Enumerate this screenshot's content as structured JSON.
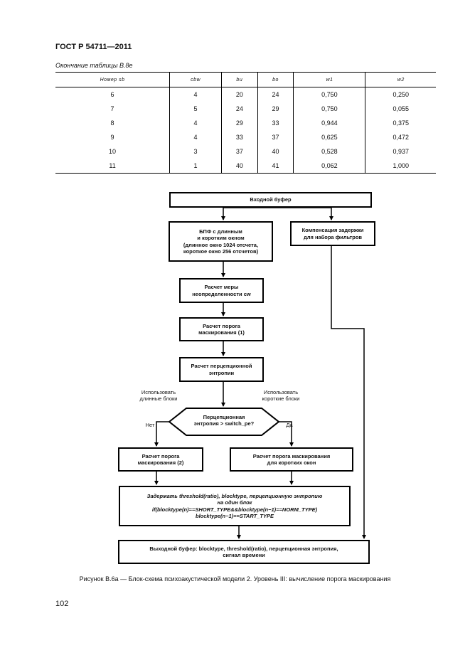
{
  "header": {
    "doc_id": "ГОСТ Р 54711—2011"
  },
  "table": {
    "caption": "Окончание таблицы В.8е",
    "columns": [
      "Номер sb",
      "cbw",
      "bu",
      "bo",
      "w1",
      "w2"
    ],
    "rows": [
      [
        "6",
        "4",
        "20",
        "24",
        "0,750",
        "0,250"
      ],
      [
        "7",
        "5",
        "24",
        "29",
        "0,750",
        "0,055"
      ],
      [
        "8",
        "4",
        "29",
        "33",
        "0,944",
        "0,375"
      ],
      [
        "9",
        "4",
        "33",
        "37",
        "0,625",
        "0,472"
      ],
      [
        "10",
        "3",
        "37",
        "40",
        "0,528",
        "0,937"
      ],
      [
        "11",
        "1",
        "40",
        "41",
        "0,062",
        "1,000"
      ]
    ]
  },
  "flowchart": {
    "input_buffer": "Входной буфер",
    "fft": "БПФ с длинным\nи коротким окном\n(длинное окно 1024 отсчета,\nкороткое окно 256 отсчетов)",
    "delay_comp": "Компенсация задержки\nдля набора фильтров",
    "unpredictability": "Расчет меры\nнеопределенности cw",
    "threshold1": "Расчет порога\nмаскирования (1)",
    "perceptual_entropy": "Расчет перцепционной\nэнтропии",
    "use_long": "Использовать\nдлинные блоки",
    "use_short": "Использовать\nкороткие блоки",
    "decision": "Перцепционная\nэнтропия > switch_pe?",
    "no": "Нет",
    "yes": "Да",
    "threshold2": "Расчет порога\nмаскирования (2)",
    "threshold_short": "Расчет порога маскирования\nдля коротких окон",
    "delay_block": "Задержать threshold(ratio), blocktype, перцепционную энтропию\nна один блок\nif(blocktype(n)==SHORT_TYPE&&blocktype(n−1)==NORM_TYPE)\nblocktype(n−1)==START_TYPE",
    "output_buffer": "Выходной буфер: blocktype, threshold(ratio), перцепционная энтропия,\nсигнал времени"
  },
  "figure_caption": "Рисунок В.6а — Блок-схема психоакустической модели 2. Уровень III: вычисление порога маскирования",
  "page_number": "102"
}
